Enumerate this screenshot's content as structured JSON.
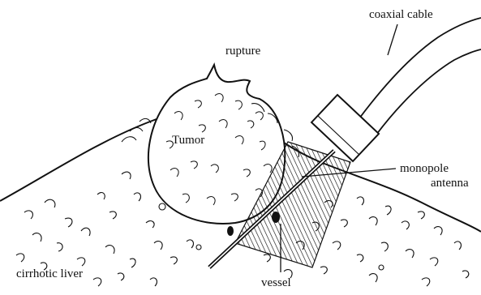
{
  "labels": {
    "coaxial_cable": "coaxial cable",
    "rupture": "rupture",
    "tumor": "Tumor",
    "monopole_line1": "monopole",
    "monopole_line2": "antenna",
    "cirrhotic_liver": "cirrhotic liver",
    "vessel": "vessel"
  },
  "colors": {
    "ink": "#111111",
    "background": "#ffffff"
  }
}
